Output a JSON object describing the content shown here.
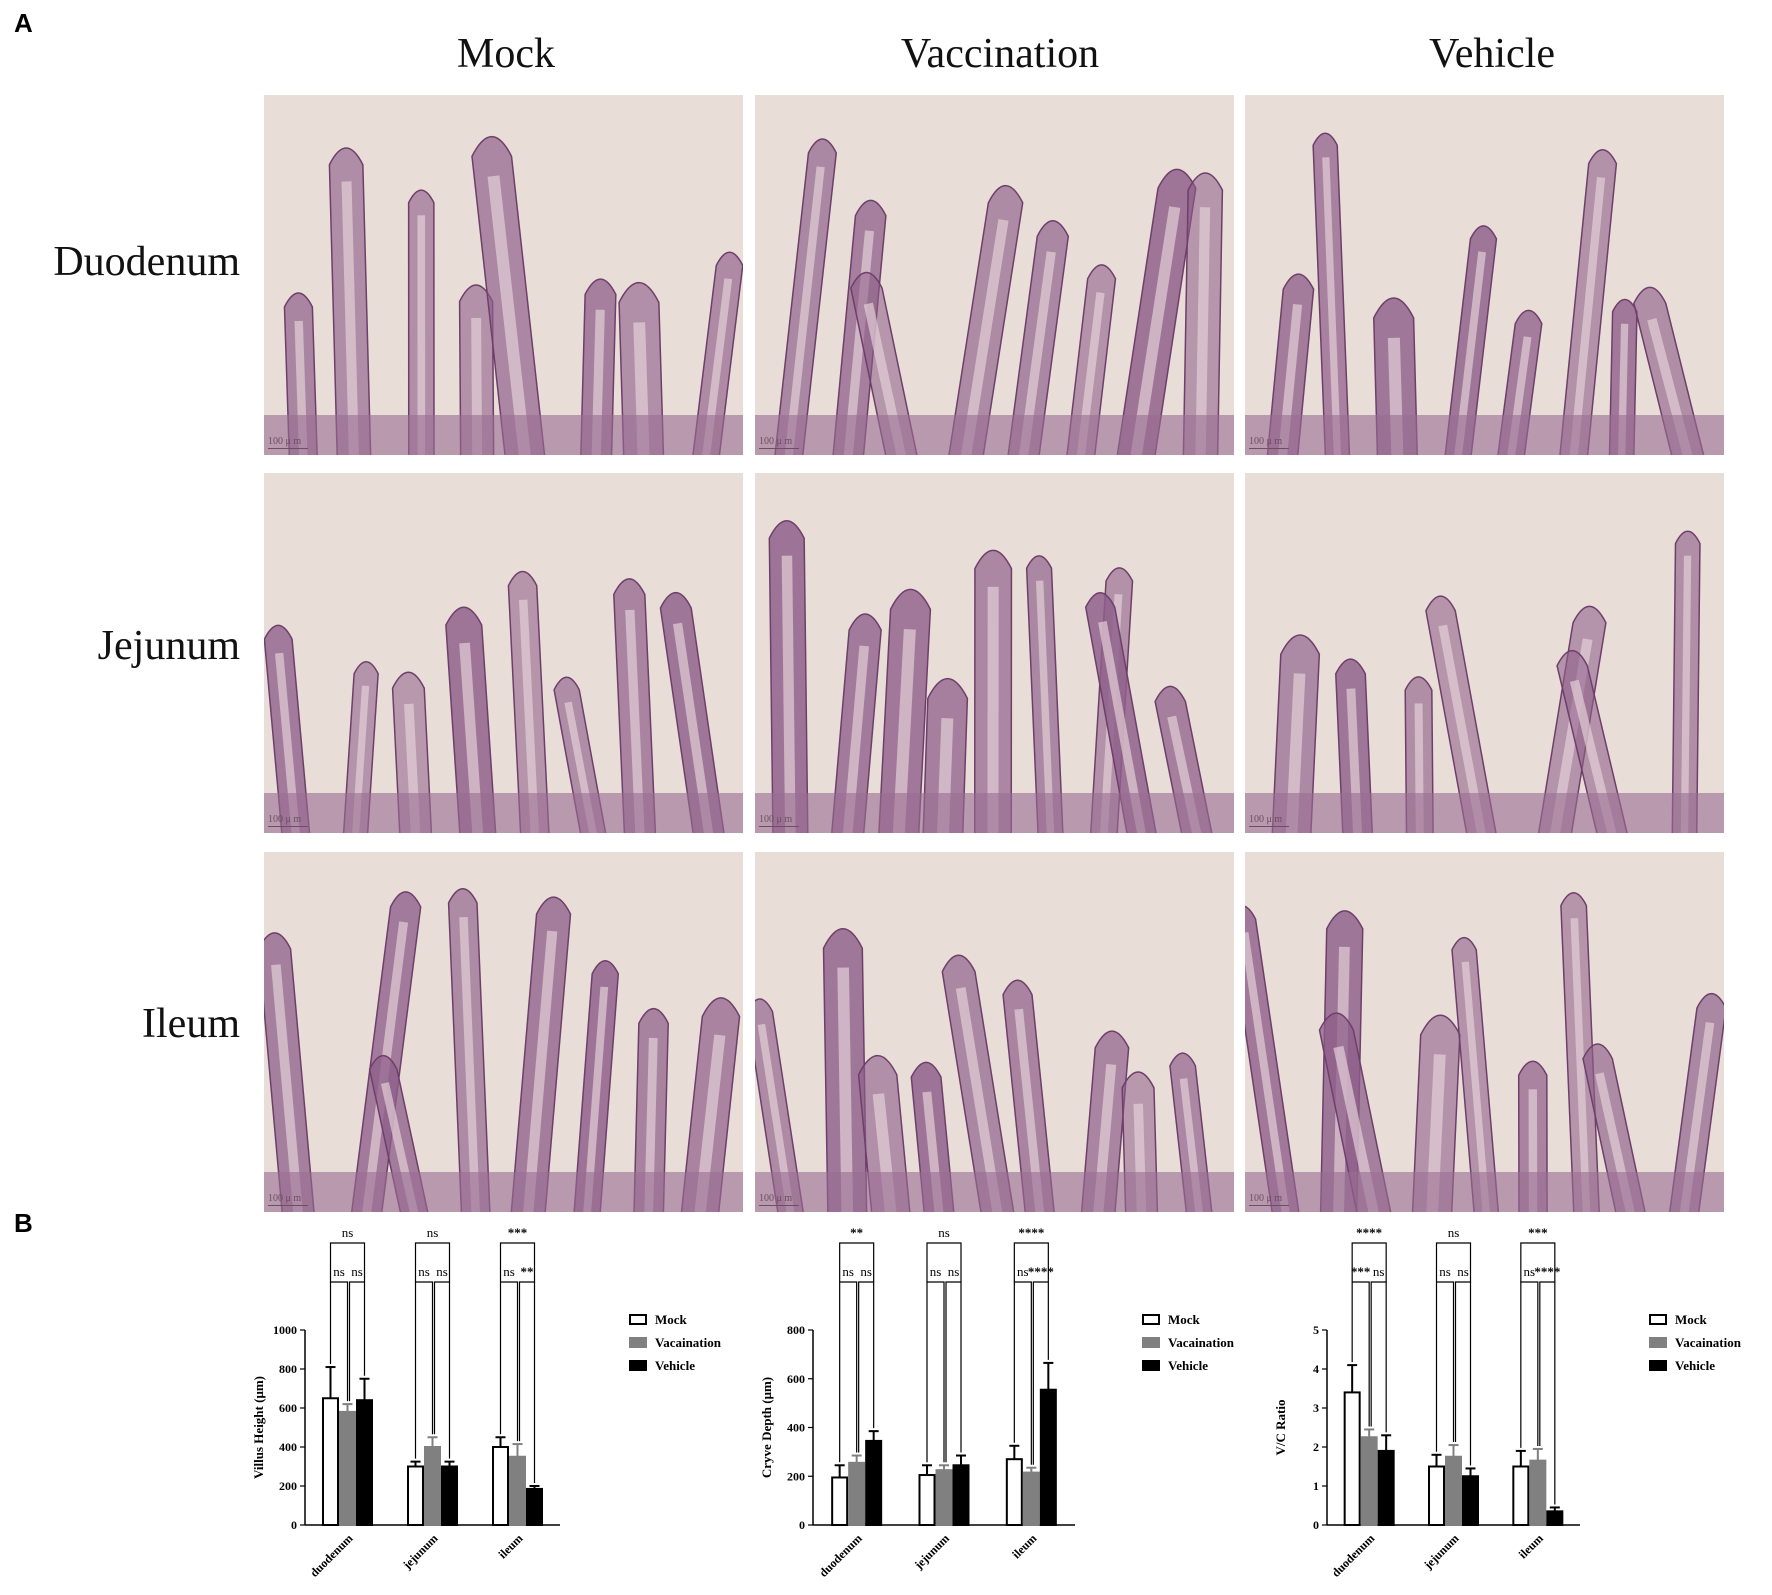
{
  "panels": {
    "a": "A",
    "b": "B"
  },
  "columns": [
    "Mock",
    "Vaccination",
    "Vehicle"
  ],
  "rows": [
    "Duodenum",
    "Jejunum",
    "Ileum"
  ],
  "scale_bar": "100 μ m",
  "colors": {
    "mock": "#ffffff",
    "vaccination": "#808080",
    "vehicle": "#000000",
    "tissue": "#8e5f8a",
    "background": "#e9ddd7"
  },
  "chart_data": [
    {
      "type": "bar",
      "categories": [
        "duodenum",
        "jejunum",
        "ileum"
      ],
      "ylabel": "Villus Height (μm)",
      "ylim": [
        0,
        1000
      ],
      "yticks": [
        0,
        200,
        400,
        600,
        800,
        1000
      ],
      "legend": "right",
      "series": [
        {
          "name": "Mock",
          "values": [
            650,
            300,
            400
          ],
          "errors": [
            160,
            25,
            50
          ]
        },
        {
          "name": "Vacaination",
          "values": [
            580,
            400,
            350
          ],
          "errors": [
            40,
            50,
            65
          ]
        },
        {
          "name": "Vehicle",
          "values": [
            640,
            300,
            185
          ],
          "errors": [
            110,
            25,
            15
          ]
        }
      ],
      "annotations": [
        {
          "category": 0,
          "pairs": [
            [
              "ns",
              "ns"
            ],
            [
              "ns"
            ]
          ]
        },
        {
          "category": 1,
          "pairs": [
            [
              "ns",
              "ns"
            ],
            [
              "ns"
            ]
          ]
        },
        {
          "category": 2,
          "pairs": [
            [
              "ns",
              "**"
            ],
            [
              "***"
            ]
          ]
        }
      ]
    },
    {
      "type": "bar",
      "categories": [
        "duodenum",
        "jejunum",
        "ileum"
      ],
      "ylabel": "Cryve Depth (μm)",
      "ylim": [
        0,
        800
      ],
      "yticks": [
        0,
        200,
        400,
        600,
        800
      ],
      "legend": "right",
      "series": [
        {
          "name": "Mock",
          "values": [
            195,
            205,
            270
          ],
          "errors": [
            50,
            40,
            55
          ]
        },
        {
          "name": "Vacaination",
          "values": [
            255,
            225,
            215
          ],
          "errors": [
            30,
            20,
            20
          ]
        },
        {
          "name": "Vehicle",
          "values": [
            345,
            245,
            555
          ],
          "errors": [
            40,
            40,
            110
          ]
        }
      ],
      "annotations": [
        {
          "category": 0,
          "pairs": [
            [
              "ns",
              "ns"
            ],
            [
              "**"
            ]
          ]
        },
        {
          "category": 1,
          "pairs": [
            [
              "ns",
              "ns"
            ],
            [
              "ns"
            ]
          ]
        },
        {
          "category": 2,
          "pairs": [
            [
              "ns",
              "****"
            ],
            [
              "****"
            ]
          ]
        }
      ]
    },
    {
      "type": "bar",
      "categories": [
        "duodenum",
        "jejunum",
        "ileum"
      ],
      "ylabel": "V/C Ratio",
      "ylim": [
        0,
        5
      ],
      "yticks": [
        0,
        1,
        2,
        3,
        4,
        5
      ],
      "legend": "right",
      "series": [
        {
          "name": "Mock",
          "values": [
            3.4,
            1.5,
            1.5
          ],
          "errors": [
            0.7,
            0.3,
            0.4
          ]
        },
        {
          "name": "Vacaination",
          "values": [
            2.25,
            1.75,
            1.65
          ],
          "errors": [
            0.2,
            0.3,
            0.3
          ]
        },
        {
          "name": "Vehicle",
          "values": [
            1.9,
            1.25,
            0.35
          ],
          "errors": [
            0.4,
            0.2,
            0.1
          ]
        }
      ],
      "annotations": [
        {
          "category": 0,
          "pairs": [
            [
              "***",
              "ns"
            ],
            [
              "****"
            ]
          ]
        },
        {
          "category": 1,
          "pairs": [
            [
              "ns",
              "ns"
            ],
            [
              "ns"
            ]
          ]
        },
        {
          "category": 2,
          "pairs": [
            [
              "ns",
              "****"
            ],
            [
              "***"
            ]
          ]
        }
      ]
    }
  ]
}
